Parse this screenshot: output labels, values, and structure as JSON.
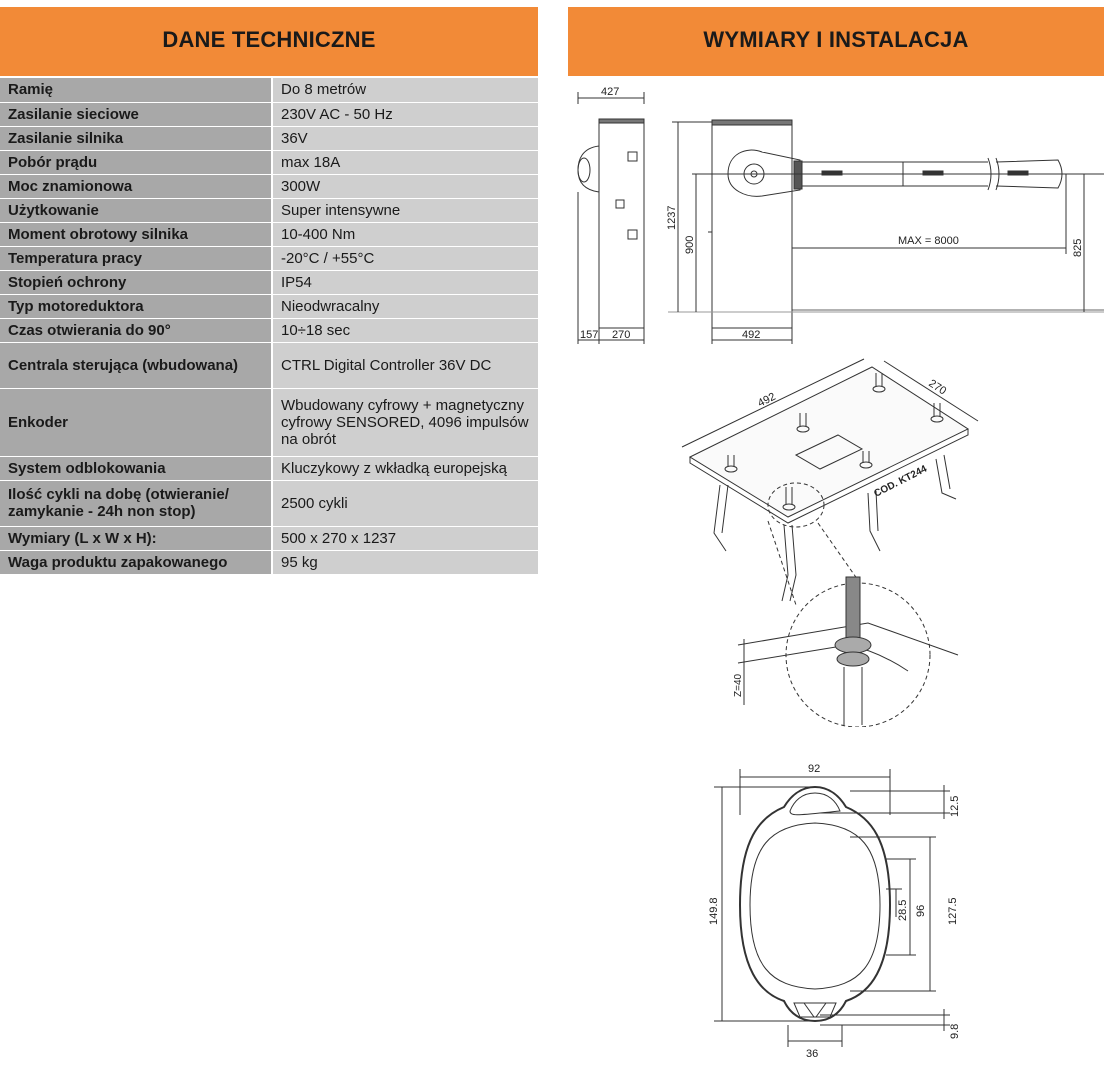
{
  "headers": {
    "left": "DANE TECHNICZNE",
    "right": "WYMIARY I INSTALACJA"
  },
  "specs": [
    {
      "key": "Ramię",
      "value": "Do 8 metrów"
    },
    {
      "key": "Zasilanie sieciowe",
      "value": "230V AC - 50 Hz"
    },
    {
      "key": "Zasilanie silnika",
      "value": "36V"
    },
    {
      "key": "Pobór prądu",
      "value": "max 18A"
    },
    {
      "key": "Moc znamionowa",
      "value": "300W"
    },
    {
      "key": "Użytkowanie",
      "value": "Super intensywne"
    },
    {
      "key": "Moment obrotowy silnika",
      "value": "10-400 Nm"
    },
    {
      "key": "Temperatura pracy",
      "value": "-20°C / +55°C"
    },
    {
      "key": "Stopień ochrony",
      "value": "IP54"
    },
    {
      "key": "Typ motoreduktora",
      "value": "Nieodwracalny"
    },
    {
      "key": "Czas otwierania do 90°",
      "value": "10÷18 sec"
    },
    {
      "key": "Centrala sterująca (wbudowana)",
      "value": "CTRL Digital Controller 36V DC"
    },
    {
      "key": "Enkoder",
      "value": "Wbudowany cyfrowy + magnetyczny cyfrowy SENSORED, 4096 impulsów na obrót"
    },
    {
      "key": "System odblokowania",
      "value": "Kluczykowy z wkładką europejską"
    },
    {
      "key": "Ilość cykli na dobę (otwieranie/ zamykanie - 24h non stop)",
      "value": "2500 cykli"
    },
    {
      "key": "Wymiary (L x W x H):",
      "value": "500 x 270 x 1237"
    },
    {
      "key": "Waga produktu zapakowanego",
      "value": "95 kg"
    }
  ],
  "drawing": {
    "side": {
      "top": "427",
      "bottom_a": "157",
      "bottom_b": "270"
    },
    "front": {
      "h_total": "1237",
      "h_axis": "900",
      "width": "492",
      "arm": "MAX = 8000",
      "arm_h": "825"
    },
    "plate": {
      "len": "492",
      "wid": "270",
      "code": "COD. KT244",
      "depth": "Z=40"
    },
    "profile": {
      "w_top": "92",
      "w_bot": "36",
      "h_total": "149.8",
      "h_inner": "127.5",
      "h_mid": "96",
      "h_c": "28.5",
      "h_top": "12.5",
      "h_bot": "9.8"
    }
  }
}
